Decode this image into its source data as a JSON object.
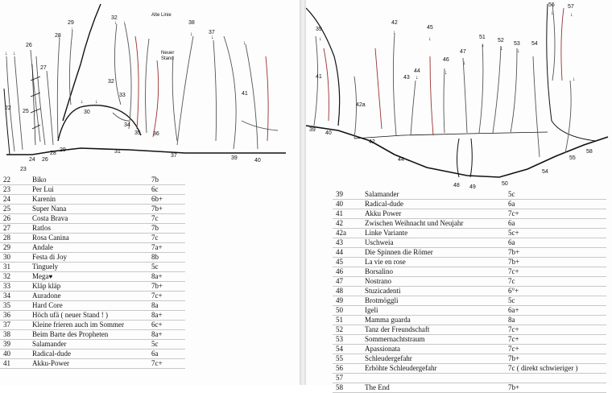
{
  "left_page": {
    "topo_labels": {
      "route_numbers": [
        "22",
        "23",
        "24",
        "25",
        "26",
        "26",
        "27",
        "28",
        "28",
        "29",
        "29",
        "30",
        "31",
        "32",
        "32",
        "33",
        "34",
        "35",
        "36",
        "37",
        "37",
        "38",
        "39",
        "40",
        "41"
      ],
      "notes": [
        "Alte Linie",
        "Neuer",
        "Stand"
      ]
    },
    "routes": [
      {
        "num": "22",
        "name": "Biko",
        "grade": "7b"
      },
      {
        "num": "23",
        "name": "Per Lui",
        "grade": "6c"
      },
      {
        "num": "24",
        "name": "Karenin",
        "grade": "6b+"
      },
      {
        "num": "25",
        "name": "Super Nana",
        "grade": "7b+"
      },
      {
        "num": "26",
        "name": "Costa Brava",
        "grade": "7c"
      },
      {
        "num": "27",
        "name": "Ratlos",
        "grade": "7b"
      },
      {
        "num": "28",
        "name": "Rosa Canina",
        "grade": "7c"
      },
      {
        "num": "29",
        "name": "Andale",
        "grade": "7a+"
      },
      {
        "num": "30",
        "name": "Festa di Joy",
        "grade": "8b"
      },
      {
        "num": "31",
        "name": "Tinguely",
        "grade": "5c"
      },
      {
        "num": "32",
        "name": "Mega",
        "grade": "8a+",
        "heart": "♥"
      },
      {
        "num": "33",
        "name": "Kläp kläp",
        "grade": "7b+"
      },
      {
        "num": "34",
        "name": "Auradone",
        "grade": "7c+"
      },
      {
        "num": "35",
        "name": "Hard Core",
        "grade": "8a"
      },
      {
        "num": "36",
        "name": "Höch ufä ( neuer Stand ! )",
        "grade": "8a+"
      },
      {
        "num": "37",
        "name": "Kleine frieren auch im Sommer",
        "grade": "6c+"
      },
      {
        "num": "38",
        "name": "Beim Barte des Propheten",
        "grade": "8a+"
      },
      {
        "num": "39",
        "name": "Salamander",
        "grade": "5c"
      },
      {
        "num": "40",
        "name": "Radical-dude",
        "grade": "6a"
      },
      {
        "num": "41",
        "name": "Akku-Power",
        "grade": "7c+"
      }
    ]
  },
  "right_page": {
    "topo_labels": {
      "route_numbers": [
        "39",
        "39",
        "40",
        "41",
        "42",
        "42",
        "42a",
        "43",
        "44",
        "44",
        "45",
        "46",
        "47",
        "48",
        "49",
        "50",
        "51",
        "52",
        "53",
        "54",
        "54",
        "55",
        "56",
        "57",
        "58"
      ]
    },
    "routes": [
      {
        "num": "39",
        "name": "Salamander",
        "grade": "5c"
      },
      {
        "num": "40",
        "name": "Radical-dude",
        "grade": "6a"
      },
      {
        "num": "41",
        "name": "Akku Power",
        "grade": "7c+"
      },
      {
        "num": "42",
        "name": "Zwischen Weihnacht und Neujahr",
        "grade": "6a"
      },
      {
        "num": "42a",
        "name": "Linke Variante",
        "grade": "5c+"
      },
      {
        "num": "43",
        "name": "Uschweia",
        "grade": "6a"
      },
      {
        "num": "44",
        "name": "Die Spinnen die Römer",
        "grade": "7b+"
      },
      {
        "num": "45",
        "name": "La vie en rose",
        "grade": "7b+"
      },
      {
        "num": "46",
        "name": "Borsalino",
        "grade": "7c+"
      },
      {
        "num": "47",
        "name": "Nostrano",
        "grade": "7c"
      },
      {
        "num": "48",
        "name": "Stuzicadenti",
        "grade": "6°+"
      },
      {
        "num": "49",
        "name": "Brotmöggli",
        "grade": "5c"
      },
      {
        "num": "50",
        "name": "Igeli",
        "grade": "6a+"
      },
      {
        "num": "51",
        "name": "Mamma guarda",
        "grade": "8a"
      },
      {
        "num": "52",
        "name": "Tanz der Freundschaft",
        "grade": "7c+"
      },
      {
        "num": "53",
        "name": "Sommernachtstraum",
        "grade": "7c+"
      },
      {
        "num": "54",
        "name": "Apassionata",
        "grade": "7c+"
      },
      {
        "num": "55",
        "name": "Schleudergefahr",
        "grade": "7b+"
      },
      {
        "num": "56",
        "name": "Erhöhte Schleudergefahr",
        "grade": "7c ( direkt schwieriger )"
      },
      {
        "num": "57",
        "name": "",
        "grade": ""
      },
      {
        "num": "58",
        "name": "The End",
        "grade": "7b+"
      }
    ]
  },
  "colors": {
    "ink": "#111111",
    "route_line": "#555555",
    "route_line_red": "#9a3030",
    "rule": "#c8c8c8",
    "gutter": "#d8d8d8"
  }
}
